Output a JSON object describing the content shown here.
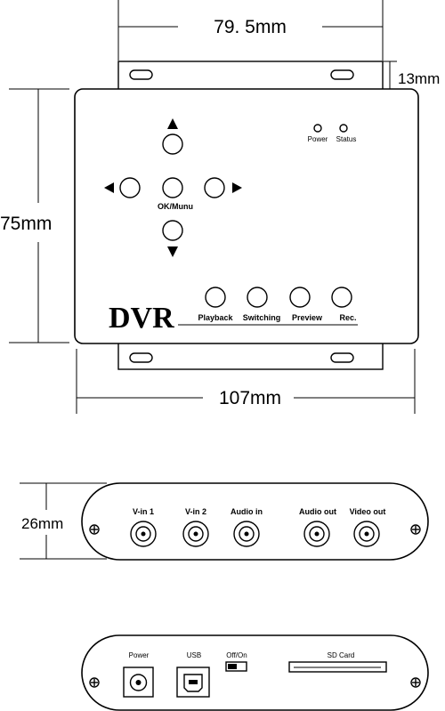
{
  "dimensions": {
    "width_top": "79. 5mm",
    "tab": "13mm",
    "height": "75mm",
    "width_main": "107mm",
    "depth": "26mm"
  },
  "top_view": {
    "indicators": [
      "Power",
      "Status"
    ],
    "ok_label": "OK/Munu",
    "brand": "DVR",
    "buttons": [
      "Playback",
      "Switching",
      "Preview",
      "Rec."
    ]
  },
  "front_panel": {
    "ports": [
      "V-in 1",
      "V-in 2",
      "Audio in",
      "Audio out",
      "Video out"
    ]
  },
  "rear_panel": {
    "power": "Power",
    "usb": "USB",
    "switch": "Off/On",
    "sd": "SD Card"
  },
  "colors": {
    "line": "#000000",
    "background": "#ffffff"
  }
}
